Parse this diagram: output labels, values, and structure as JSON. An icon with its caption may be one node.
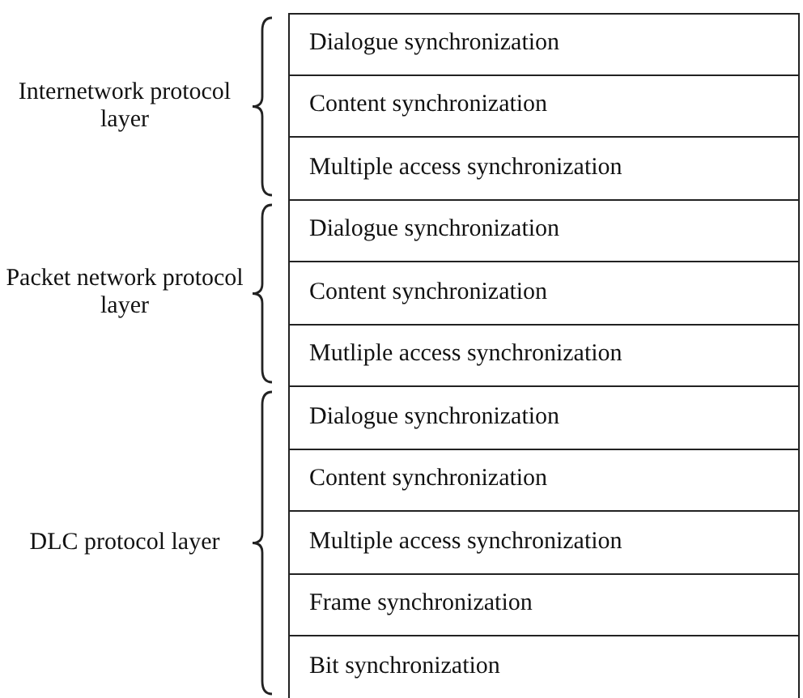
{
  "diagram": {
    "nodes": [
      {
        "text": [
          "Dialogue synchronization"
        ]
      },
      {
        "text": [
          "Content synchronization"
        ]
      },
      {
        "text": [
          "Multiple access synchronization"
        ]
      },
      {
        "text": [
          "Dialogue synchronization"
        ]
      },
      {
        "text": [
          "Content synchronization"
        ]
      },
      {
        "text": [
          "Mutliple access synchronization"
        ]
      },
      {
        "text": [
          "Dialogue synchronization"
        ]
      },
      {
        "text": [
          "Content synchronization"
        ]
      },
      {
        "text": [
          "Multiple access synchronization"
        ]
      },
      {
        "text": [
          "Frame synchronization"
        ]
      },
      {
        "text": [
          "Bit synchronization"
        ]
      }
    ],
    "labels": [
      "Internetwork protocol layer",
      "Packet network protocol layer",
      "DLC protocol layer"
    ]
  }
}
